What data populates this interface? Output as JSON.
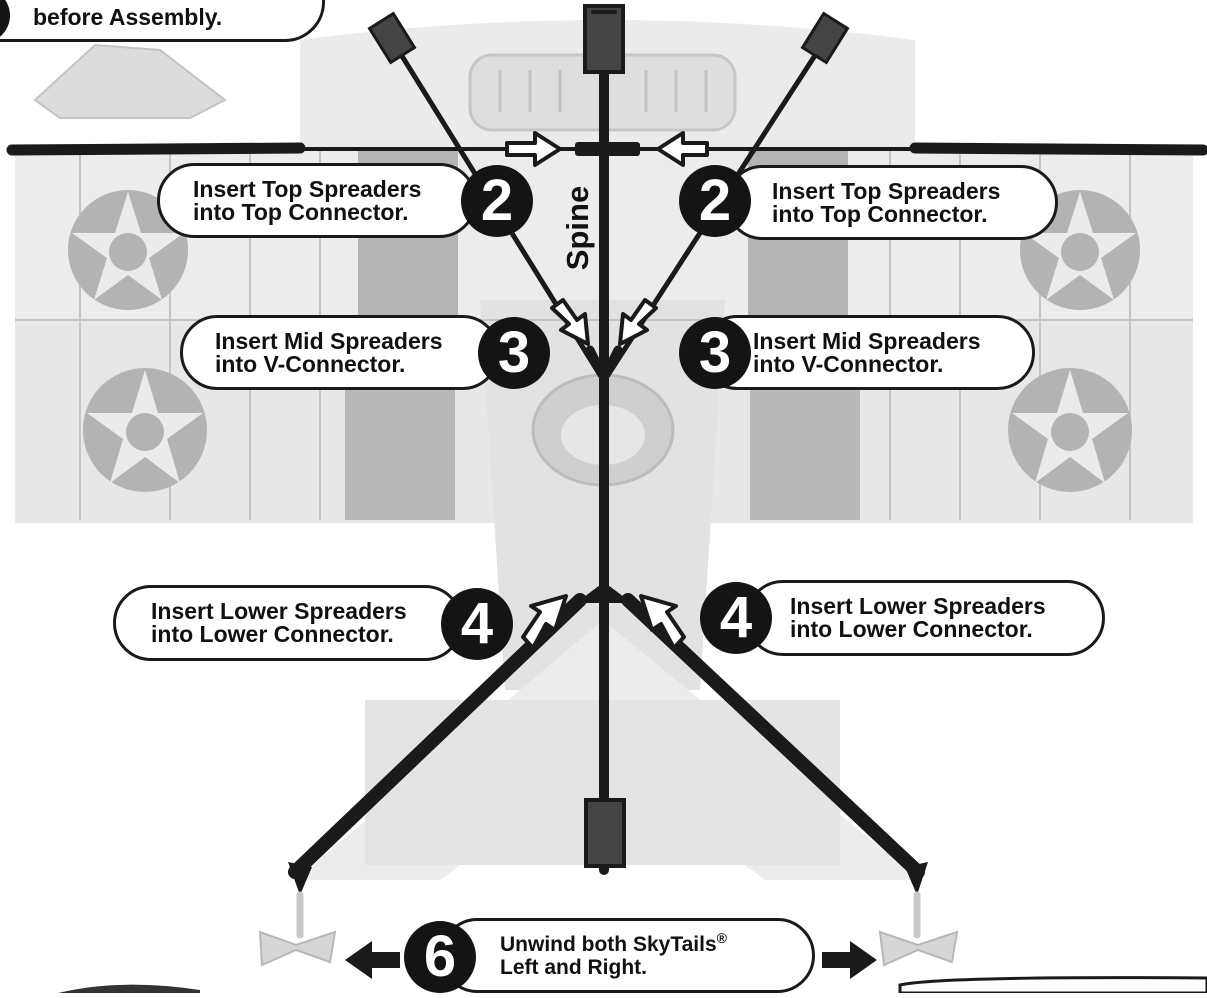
{
  "colors": {
    "frame": "#1a1a1a",
    "kite_light": "#e9e9e9",
    "kite_mid": "#d2d2d2",
    "kite_dark": "#a9a9a9",
    "badge": "#141414",
    "arrow_fill": "#ffffff"
  },
  "intro_callout": {
    "text": "before Assembly."
  },
  "spine": {
    "label": "Spine"
  },
  "steps": {
    "top_left": {
      "number": "2",
      "line1": "Insert Top Spreaders",
      "line2": "into Top Connector."
    },
    "top_right": {
      "number": "2",
      "line1": "Insert Top Spreaders",
      "line2": "into Top Connector."
    },
    "mid_left": {
      "number": "3",
      "line1": "Insert Mid Spreaders",
      "line2": "into V-Connector."
    },
    "mid_right": {
      "number": "3",
      "line1": "Insert Mid Spreaders",
      "line2": "into V-Connector."
    },
    "lower_left": {
      "number": "4",
      "line1": "Insert Lower Spreaders",
      "line2": "into Lower Connector."
    },
    "lower_right": {
      "number": "4",
      "line1": "Insert Lower Spreaders",
      "line2": "into Lower Connector."
    },
    "tails": {
      "number": "6",
      "line1": "Unwind both SkyTails",
      "registered": "®",
      "line2": "Left and Right."
    }
  }
}
